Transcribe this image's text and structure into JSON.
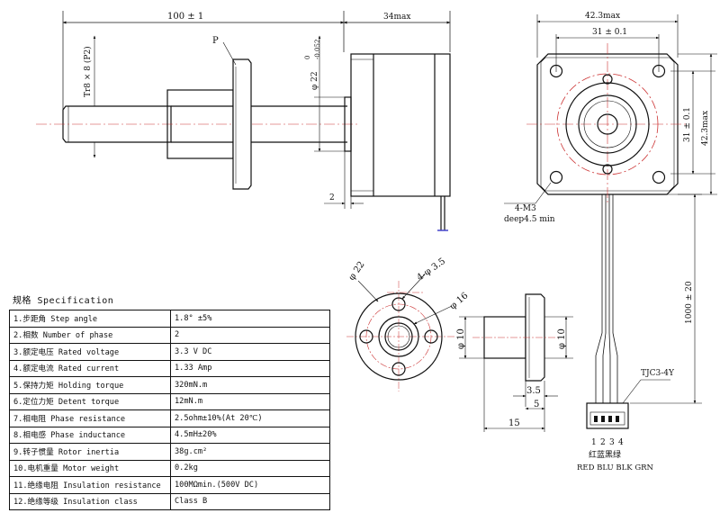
{
  "drawing": {
    "side_view": {
      "overall_length": "100 ± 1",
      "body_length": "34max",
      "flange_label": "P",
      "screw_label": "Tr8 × 8 (P2)",
      "boss_dia": "φ 22",
      "boss_tol_upper": "0",
      "boss_tol_lower": "-0.052",
      "boss_height": "2"
    },
    "front_view": {
      "overall_width": "42.3max",
      "hole_spacing_h": "31 ± 0.1",
      "hole_spacing_v": "31 ± 0.1",
      "overall_height": "42.3max",
      "hole_label": "4-M3",
      "hole_depth": "deep4.5 min"
    },
    "lead_wires": {
      "length": "1000 ± 20",
      "connector": "TJC3-4Y",
      "pin_numbers": [
        "1",
        "2",
        "3",
        "4"
      ],
      "colors_cn": "红蓝黑绿",
      "colors_en": "RED BLU BLK GRN"
    },
    "nut": {
      "outer_dia": "φ 22",
      "hole_pattern": "4-φ 3.5",
      "pitch_dia": "φ 16",
      "body_dia_left": "φ 10",
      "body_dia_right": "φ 10",
      "flange_thickness": "3.5",
      "shoulder": "5",
      "total_length": "15"
    }
  },
  "spec": {
    "heading": "规格 Specification",
    "rows": [
      {
        "key": "1.步距角 Step angle",
        "value": "1.8° ±5%"
      },
      {
        "key": "2.相数 Number of phase",
        "value": "2"
      },
      {
        "key": "3.额定电压 Rated voltage",
        "value": "3.3 V DC"
      },
      {
        "key": "4.额定电流 Rated current",
        "value": "1.33 Amp"
      },
      {
        "key": "5.保持力矩 Holding torque",
        "value": "320mN.m"
      },
      {
        "key": "6.定位力矩 Detent torque",
        "value": "12mN.m"
      },
      {
        "key": "7.相电阻 Phase resistance",
        "value": "2.5ohm±10%(At 20℃)"
      },
      {
        "key": "8.相电感 Phase inductance",
        "value": "4.5mH±20%"
      },
      {
        "key": "9.转子惯量 Rotor inertia",
        "value": "38g.cm²"
      },
      {
        "key": "10.电机重量 Motor weight",
        "value": "0.2kg"
      },
      {
        "key": "11.绝缘电阻 Insulation resistance",
        "value": "100MΩmin.(500V DC)"
      },
      {
        "key": "12.绝缘等级 Insulation class",
        "value": "Class B"
      }
    ]
  }
}
